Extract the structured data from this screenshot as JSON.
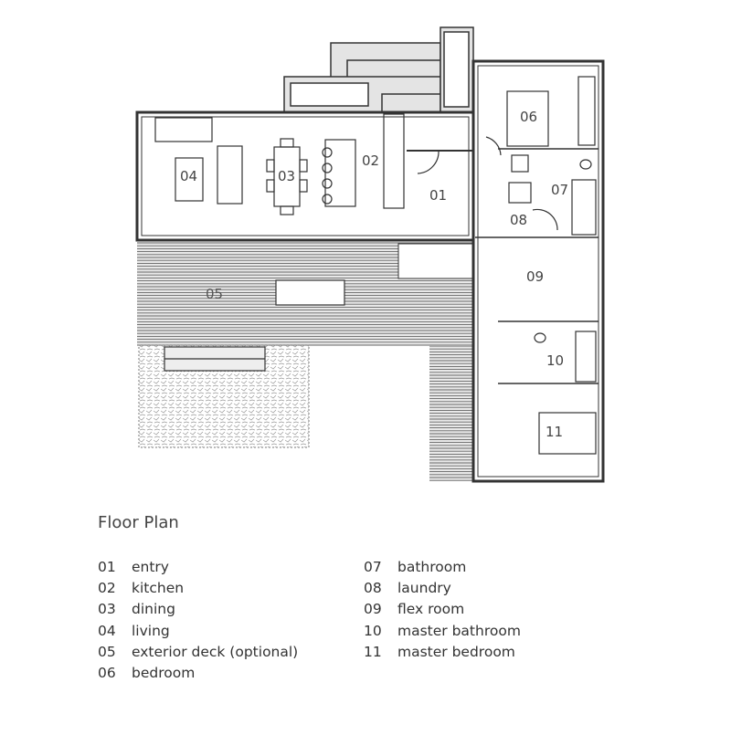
{
  "title": "Floor Plan",
  "rooms": [
    {
      "num": "01",
      "name": "entry"
    },
    {
      "num": "02",
      "name": "kitchen"
    },
    {
      "num": "03",
      "name": "dining"
    },
    {
      "num": "04",
      "name": "living"
    },
    {
      "num": "05",
      "name": "exterior deck (optional)"
    },
    {
      "num": "06",
      "name": "bedroom"
    },
    {
      "num": "07",
      "name": "bathroom"
    },
    {
      "num": "08",
      "name": "laundry"
    },
    {
      "num": "09",
      "name": "flex room"
    },
    {
      "num": "10",
      "name": "master bathroom"
    },
    {
      "num": "11",
      "name": "master bedroom"
    }
  ],
  "colors": {
    "wall": "#333333",
    "terrace": "#e4e4e4",
    "deck_line": "#666666"
  }
}
